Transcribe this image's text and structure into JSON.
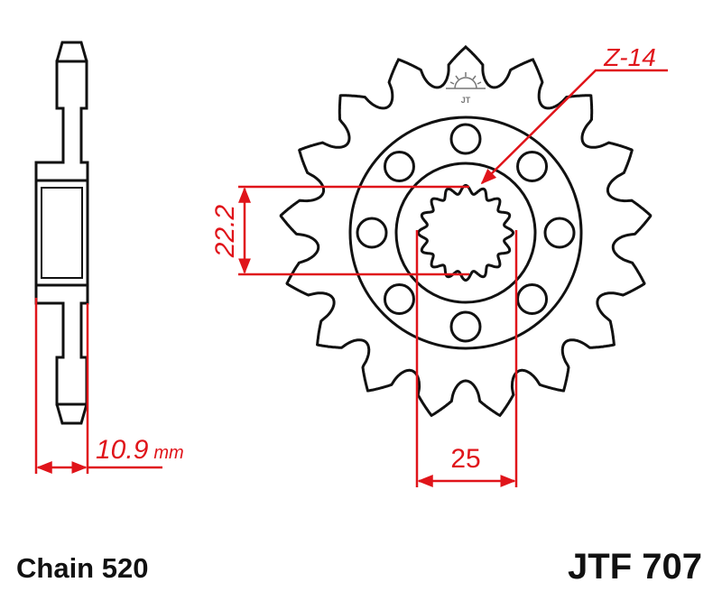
{
  "drawing": {
    "teeth_label": "Z-14",
    "bore_dimension": "22.2",
    "spline_dimension": "25",
    "thickness_value": "10.9",
    "thickness_unit": "mm",
    "chain": "Chain 520",
    "part_number": "JTF 707",
    "logo_text": "JT"
  },
  "colors": {
    "outline": "#111111",
    "dimension": "#e0141a"
  }
}
